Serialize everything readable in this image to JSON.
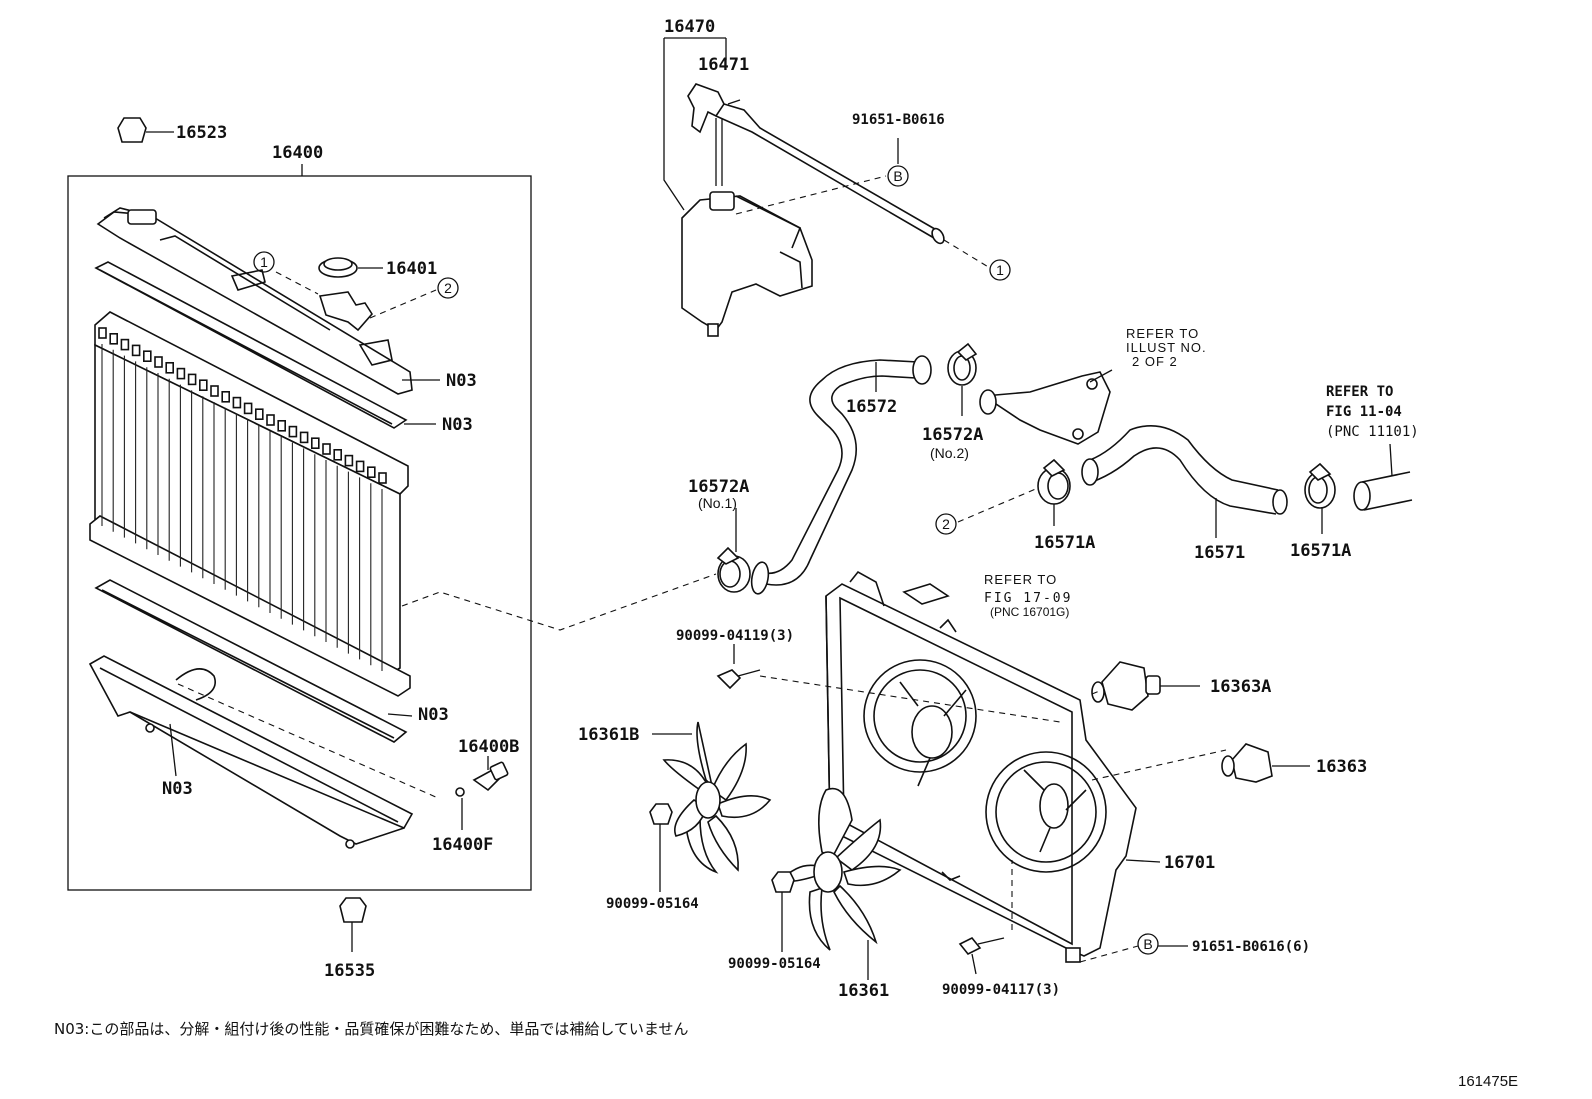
{
  "parts": {
    "p16470": "16470",
    "p16471": "16471",
    "p91651_B0616_top": "91651-B0616",
    "p16523": "16523",
    "p16400": "16400",
    "p16401": "16401",
    "n03_1": "N03",
    "n03_2": "N03",
    "n03_3": "N03",
    "n03_4": "N03",
    "p16400B": "16400B",
    "p16400F": "16400F",
    "p16535": "16535",
    "p16572": "16572",
    "p16572A_no2": "16572A",
    "p16572A_no1": "16572A",
    "p16571A_left": "16571A",
    "p16571": "16571",
    "p16571A_right": "16571A",
    "p90099_04119": "90099-04119(3)",
    "p16363A": "16363A",
    "p16361B": "16361B",
    "p16363": "16363",
    "p16701": "16701",
    "p90099_05164_left": "90099-05164",
    "p90099_05164_mid": "90099-05164",
    "p91651_B0616_6": "91651-B0616(6)",
    "p16361": "16361",
    "p90099_04117": "90099-04117(3)"
  },
  "sublabels": {
    "no2": "(No.2)",
    "no1": "(No.1)"
  },
  "references": {
    "illust_line1": "REFER TO",
    "illust_line2": "ILLUST NO.",
    "illust_line3": "2 OF 2",
    "fig1104_line1": "REFER TO",
    "fig1104_line2": "FIG 11-04",
    "fig1104_line3": "(PNC 11101)",
    "fig1709_line1": "REFER TO",
    "fig1709_line2": "FIG 17-09",
    "fig1709_line3": "(PNC 16701G)"
  },
  "callouts": {
    "c1": "1",
    "c2": "2",
    "cB": "B"
  },
  "footer": {
    "note": "N03:この部品は、分解・組付け後の性能・品質確保が困難なため、単品では補給していません",
    "figure_id": "161475E"
  }
}
